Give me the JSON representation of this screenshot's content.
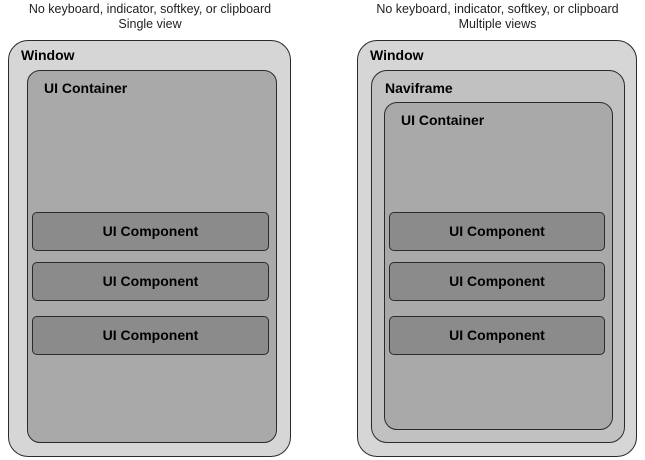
{
  "colors": {
    "window_fill": "#d6d6d6",
    "naviframe_fill": "#c1c1c1",
    "container_fill": "#a9a9a9",
    "component_fill": "#8b8b8b",
    "border": "#2b2b2b",
    "caption_text": "#1f1f1f",
    "label_text": "#000000"
  },
  "panels": [
    {
      "caption_line1": "No keyboard, indicator, softkey, or clipboard",
      "caption_line2": "Single view",
      "window_label": "Window",
      "container_label": "UI Container",
      "components": [
        "UI Component",
        "UI Component",
        "UI Component"
      ]
    },
    {
      "caption_line1": "No keyboard, indicator, softkey, or clipboard",
      "caption_line2": "Multiple views",
      "window_label": "Window",
      "naviframe_label": "Naviframe",
      "container_label": "UI Container",
      "components": [
        "UI Component",
        "UI Component",
        "UI Component"
      ]
    }
  ]
}
